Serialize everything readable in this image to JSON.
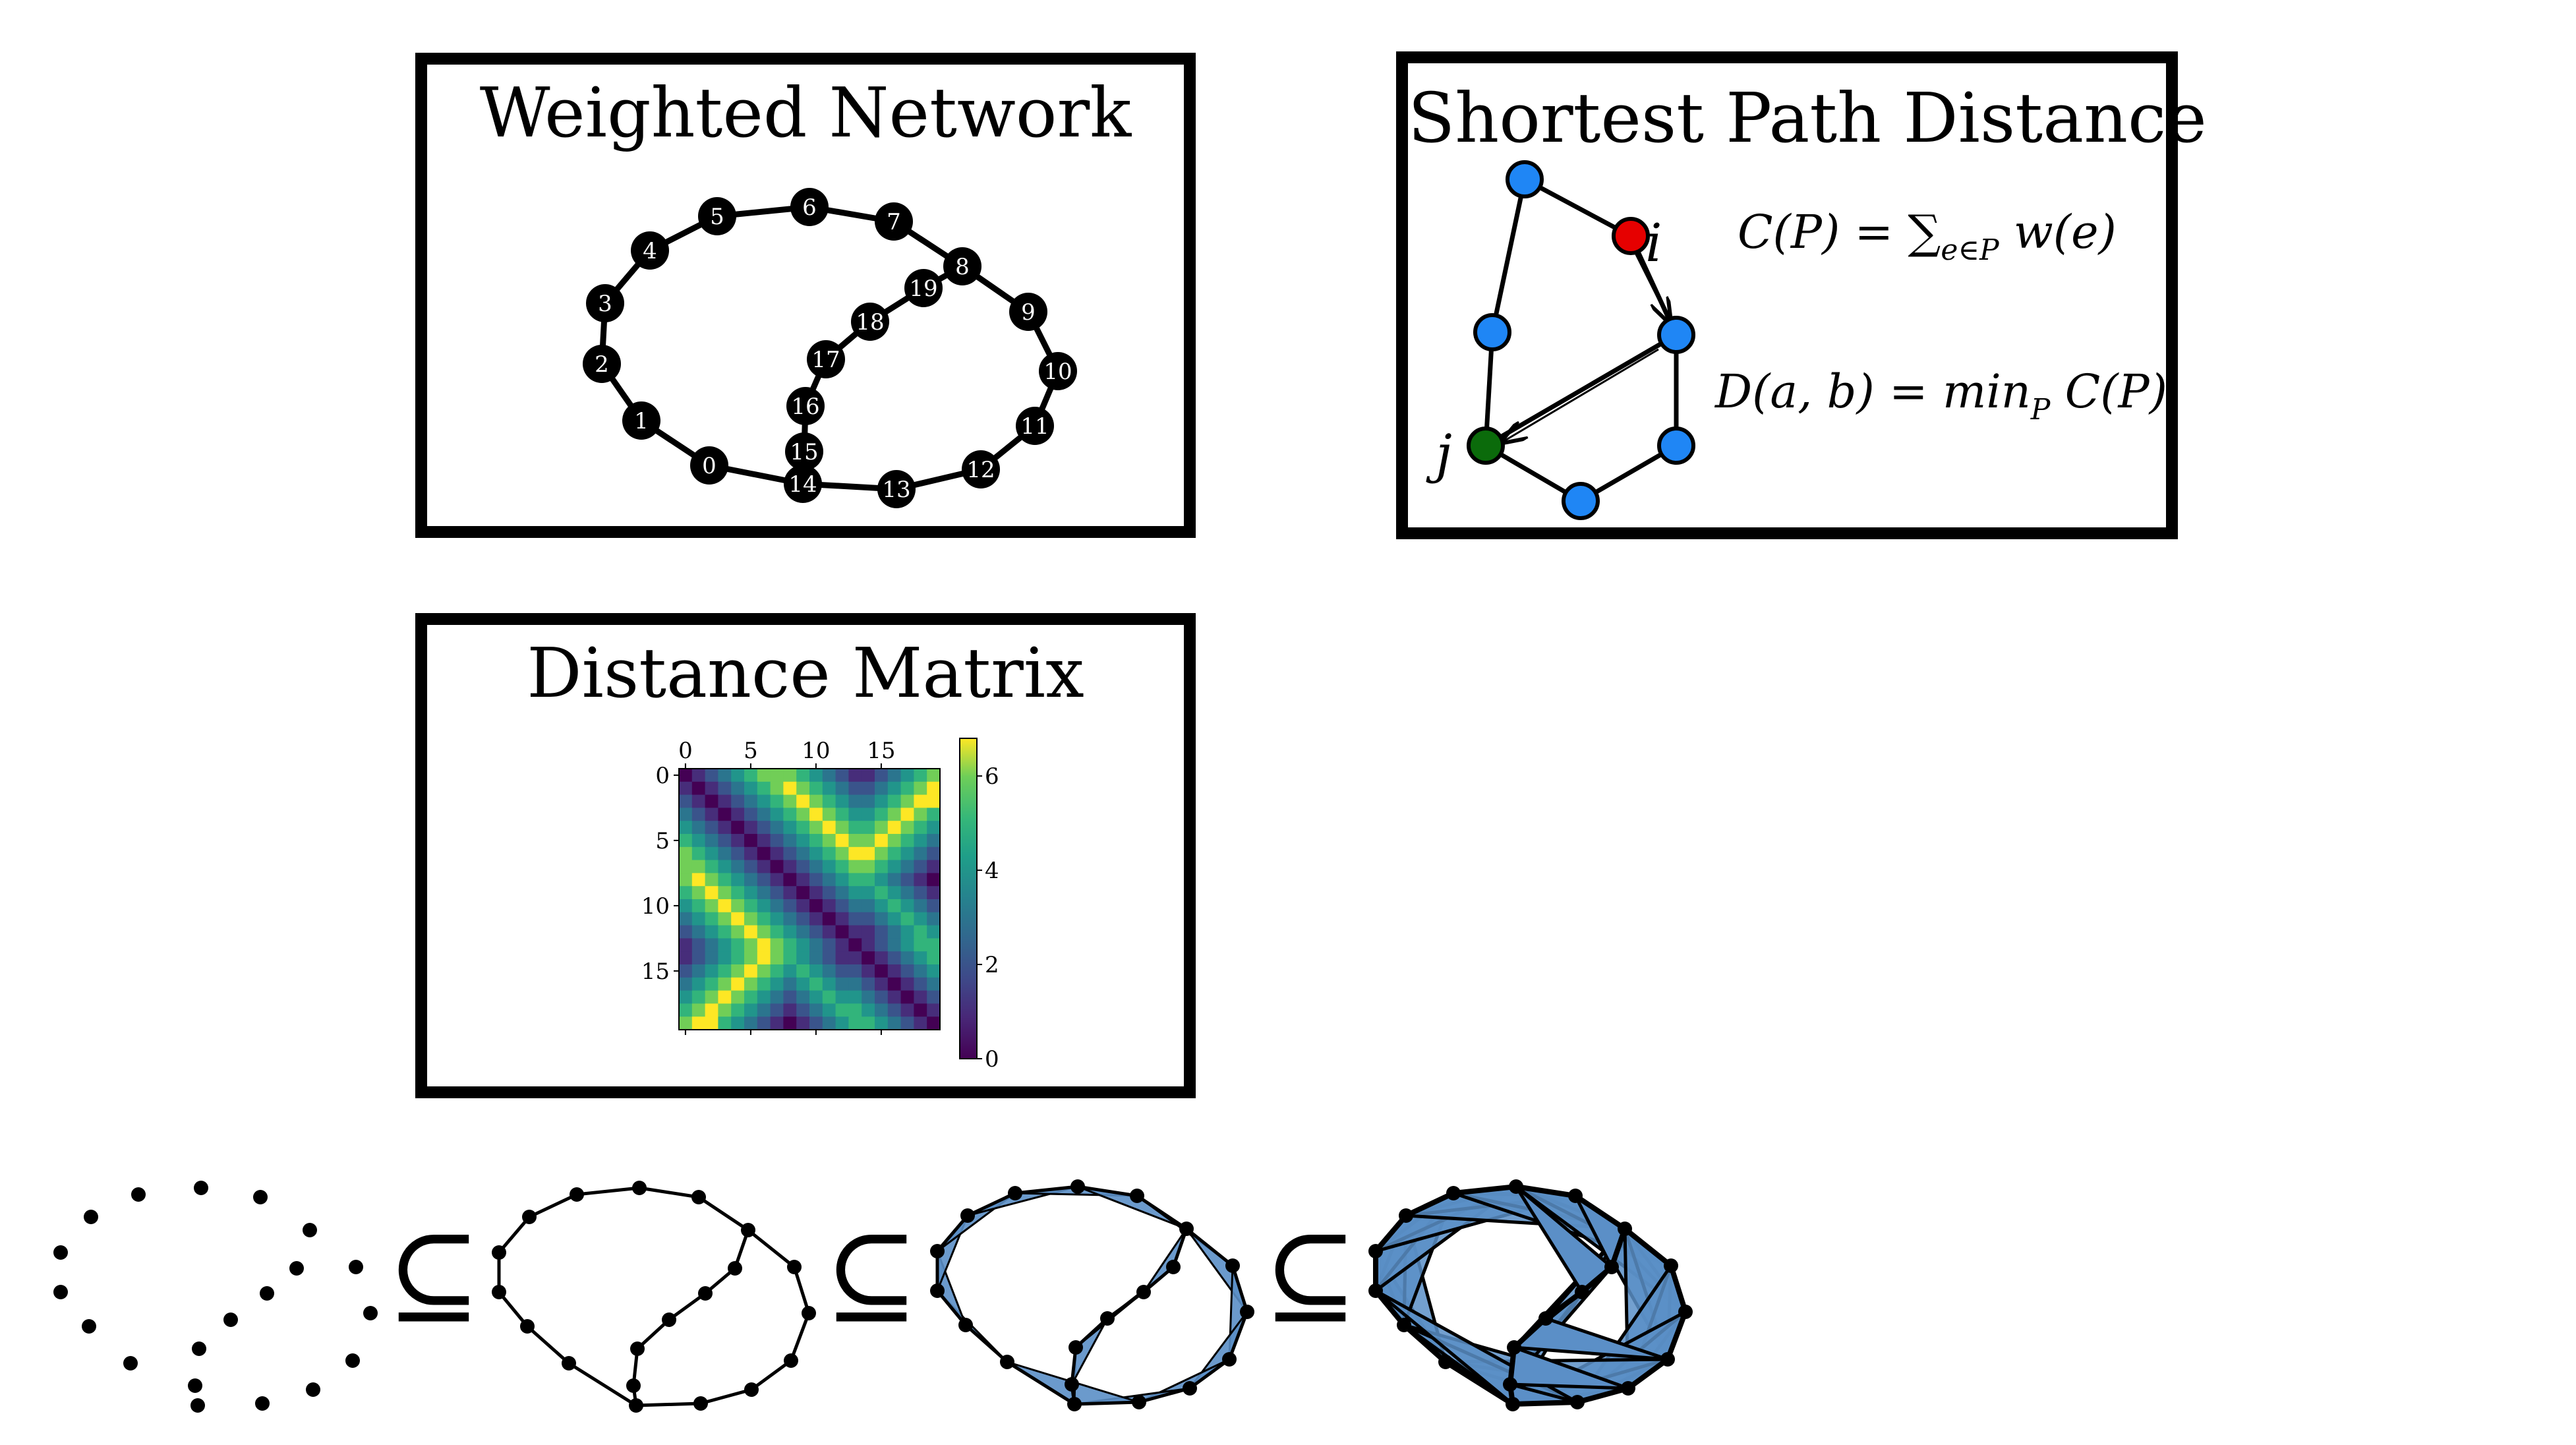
{
  "panels": {
    "weighted_network": {
      "title": "Weighted Network"
    },
    "shortest_path": {
      "title": "Shortest Path Distance",
      "label_i": "i",
      "label_j": "j",
      "formula_cost": "C(P) = ∑e∈P w(e)",
      "formula_cost_main": "C(P) = ∑",
      "formula_cost_sub": "e∈P",
      "formula_cost_tail": " w(e)",
      "formula_distance": "D(a, b) = minP C(P)",
      "formula_distance_main": "D(a, b) = min",
      "formula_distance_sub": "P",
      "formula_distance_tail": " C(P)",
      "colors": {
        "node": "#1f86f5",
        "source": "#e60000",
        "target": "#0b6b0b"
      }
    },
    "distance_matrix": {
      "title": "Distance Matrix",
      "x_ticks": [
        "0",
        "5",
        "10",
        "15"
      ],
      "y_ticks": [
        "0",
        "5",
        "10",
        "15"
      ],
      "colorbar_ticks": [
        "0",
        "2",
        "4",
        "6"
      ]
    }
  },
  "network_nodes": [
    "0",
    "1",
    "2",
    "3",
    "4",
    "5",
    "6",
    "7",
    "8",
    "9",
    "10",
    "11",
    "12",
    "13",
    "14",
    "15",
    "16",
    "17",
    "18",
    "19"
  ],
  "filtration": {
    "subset_symbol": "⊆"
  },
  "chart_data": {
    "type": "heatmap",
    "title": "Distance Matrix",
    "rows": 20,
    "cols": 20,
    "x_ticks": [
      0,
      5,
      10,
      15
    ],
    "y_ticks": [
      0,
      5,
      10,
      15
    ],
    "colorbar_range": [
      0,
      6.8
    ],
    "colormap": "viridis",
    "values": [
      [
        0,
        1,
        2,
        3,
        4,
        5,
        6,
        6,
        6,
        5,
        4,
        3,
        2,
        1,
        1,
        2,
        3,
        4,
        5,
        6
      ],
      [
        1,
        0,
        1,
        2,
        3,
        4,
        5,
        6,
        7,
        6,
        5,
        4,
        3,
        2,
        2,
        3,
        4,
        5,
        6,
        7
      ],
      [
        2,
        1,
        0,
        1,
        2,
        3,
        4,
        5,
        6,
        7,
        6,
        5,
        4,
        3,
        3,
        4,
        5,
        6,
        7,
        7
      ],
      [
        3,
        2,
        1,
        0,
        1,
        2,
        3,
        4,
        5,
        6,
        7,
        6,
        5,
        4,
        4,
        5,
        6,
        7,
        6,
        5
      ],
      [
        4,
        3,
        2,
        1,
        0,
        1,
        2,
        3,
        4,
        5,
        6,
        7,
        6,
        5,
        5,
        6,
        7,
        6,
        5,
        4
      ],
      [
        5,
        4,
        3,
        2,
        1,
        0,
        1,
        2,
        3,
        4,
        5,
        6,
        7,
        6,
        6,
        7,
        6,
        5,
        4,
        3
      ],
      [
        6,
        5,
        4,
        3,
        2,
        1,
        0,
        1,
        2,
        3,
        4,
        5,
        6,
        7,
        7,
        6,
        5,
        4,
        3,
        2
      ],
      [
        6,
        6,
        5,
        4,
        3,
        2,
        1,
        0,
        1,
        2,
        3,
        4,
        5,
        6,
        6,
        5,
        4,
        3,
        2,
        1
      ],
      [
        6,
        7,
        6,
        5,
        4,
        3,
        2,
        1,
        0,
        1,
        2,
        3,
        4,
        5,
        5,
        4,
        3,
        2,
        1,
        0
      ],
      [
        5,
        6,
        7,
        6,
        5,
        4,
        3,
        2,
        1,
        0,
        1,
        2,
        3,
        4,
        4,
        5,
        4,
        3,
        2,
        1
      ],
      [
        4,
        5,
        6,
        7,
        6,
        5,
        4,
        3,
        2,
        1,
        0,
        1,
        2,
        3,
        3,
        4,
        5,
        4,
        3,
        2
      ],
      [
        3,
        4,
        5,
        6,
        7,
        6,
        5,
        4,
        3,
        2,
        1,
        0,
        1,
        2,
        2,
        3,
        4,
        5,
        4,
        3
      ],
      [
        2,
        3,
        4,
        5,
        6,
        7,
        6,
        5,
        4,
        3,
        2,
        1,
        0,
        1,
        1,
        2,
        3,
        4,
        5,
        4
      ],
      [
        1,
        2,
        3,
        4,
        5,
        6,
        7,
        6,
        5,
        4,
        3,
        2,
        1,
        0,
        1,
        2,
        3,
        4,
        5,
        5
      ],
      [
        1,
        2,
        3,
        4,
        5,
        6,
        7,
        6,
        5,
        4,
        3,
        2,
        1,
        1,
        0,
        1,
        2,
        3,
        4,
        5
      ],
      [
        2,
        3,
        4,
        5,
        6,
        7,
        6,
        5,
        4,
        5,
        4,
        3,
        2,
        2,
        1,
        0,
        1,
        2,
        3,
        4
      ],
      [
        3,
        4,
        5,
        6,
        7,
        6,
        5,
        4,
        3,
        4,
        5,
        4,
        3,
        3,
        2,
        1,
        0,
        1,
        2,
        3
      ],
      [
        4,
        5,
        6,
        7,
        6,
        5,
        4,
        3,
        2,
        3,
        4,
        5,
        4,
        4,
        3,
        2,
        1,
        0,
        1,
        2
      ],
      [
        5,
        6,
        7,
        6,
        5,
        4,
        3,
        2,
        1,
        2,
        3,
        4,
        5,
        5,
        4,
        3,
        2,
        1,
        0,
        1
      ],
      [
        6,
        7,
        7,
        5,
        4,
        3,
        2,
        1,
        0,
        1,
        2,
        3,
        4,
        5,
        5,
        4,
        3,
        2,
        1,
        0
      ]
    ]
  }
}
